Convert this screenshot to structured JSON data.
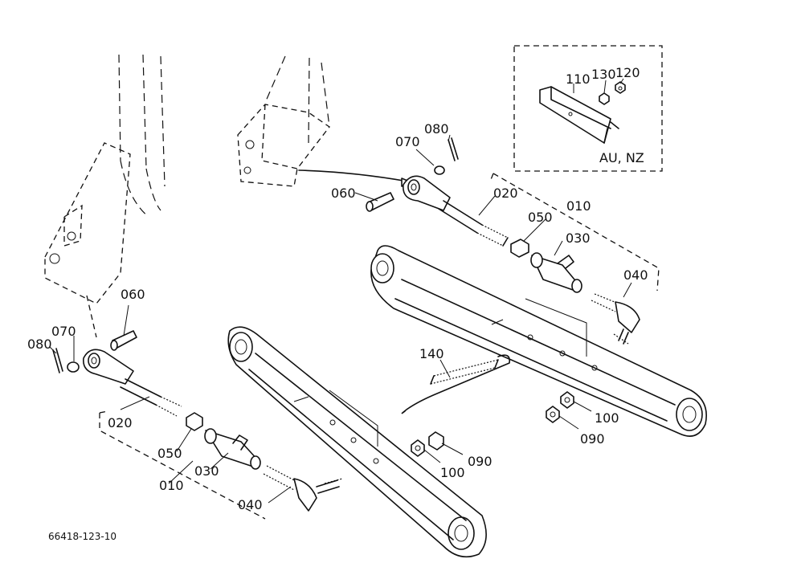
{
  "labels": {
    "p010_left": "010",
    "p010_right": "010",
    "p020_left": "020",
    "p020_right": "020",
    "p030_left": "030",
    "p030_right": "030",
    "p040_left": "040",
    "p040_right": "040",
    "p050_left": "050",
    "p050_right": "050",
    "p060_left": "060",
    "p060_right": "060",
    "p070_left": "070",
    "p070_right": "070",
    "p080_left": "080",
    "p080_right": "080",
    "p090_left": "090",
    "p090_right": "090",
    "p100_left": "100",
    "p100_right": "100",
    "p110": "110",
    "p120": "120",
    "p130": "130",
    "p140": "140"
  },
  "inset": {
    "region": "AU, NZ"
  },
  "figure_code": "66418-123-10"
}
